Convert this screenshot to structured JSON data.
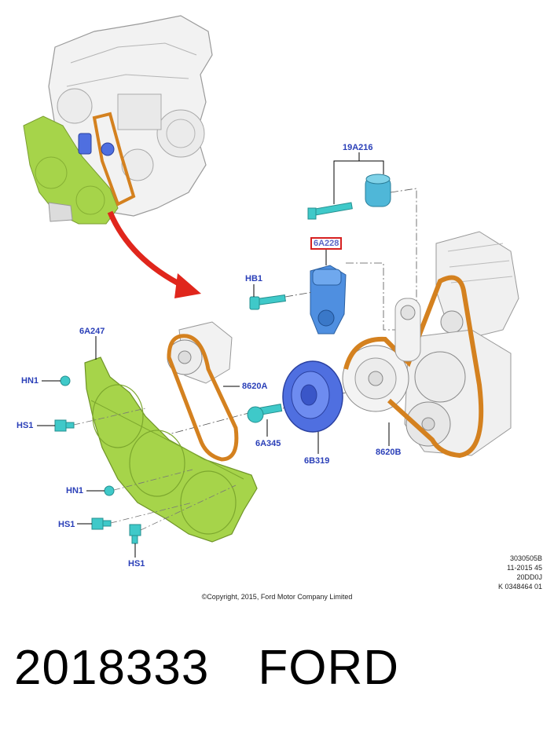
{
  "callouts": {
    "c_19A216": "19A216",
    "c_6A228": "6A228",
    "c_HB1": "HB1",
    "c_6A247": "6A247",
    "c_HN1_top": "HN1",
    "c_HS1_top": "HS1",
    "c_8620A": "8620A",
    "c_6A345": "6A345",
    "c_6B319": "6B319",
    "c_8620B": "8620B",
    "c_HN1_bottom": "HN1",
    "c_HS1_mid": "HS1",
    "c_HS1_bottom": "HS1"
  },
  "meta": {
    "line1": "3030505B",
    "line2": "11-2015 45",
    "line3": "20DD0J",
    "line4": "K 0348464 01"
  },
  "copyright": "©Copyright, 2015, Ford Motor Company Limited",
  "footer": {
    "part_number": "2018333",
    "brand": "FORD"
  },
  "colors": {
    "cover_green": "#a6d44a",
    "belt_orange": "#d4811f",
    "pulley_blue": "#4f6fe0",
    "fastener_cyan": "#3fc9c9",
    "arrow_red": "#e0261c",
    "callout_blue": "#2a3fb8",
    "highlight_red": "#d62020"
  }
}
